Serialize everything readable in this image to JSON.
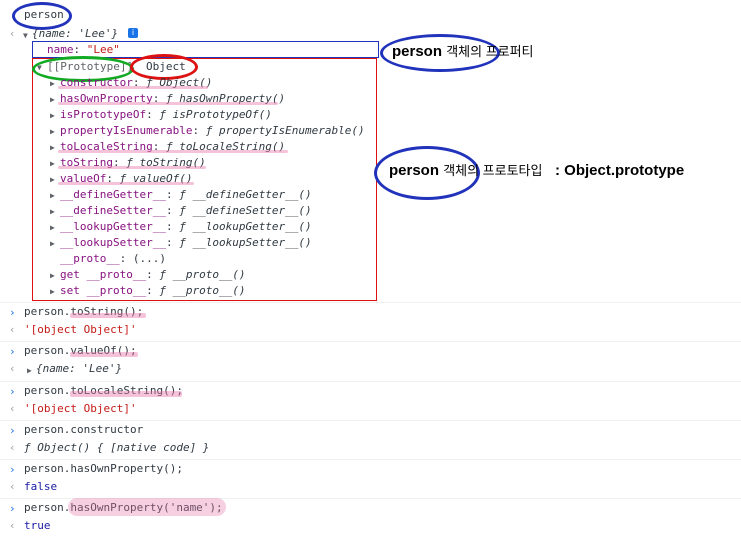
{
  "first_cmd": "person",
  "obj_summary": "{name: 'Lee'}",
  "info_icon": "i",
  "name_key": "name",
  "name_val": "\"Lee\"",
  "prototype_label": "[[Prototype]]",
  "prototype_value": "Object",
  "proto_members": [
    {
      "key": "constructor",
      "val": "ƒ Object()",
      "expandable": true
    },
    {
      "key": "hasOwnProperty",
      "val": "ƒ hasOwnProperty()",
      "expandable": true
    },
    {
      "key": "isPrototypeOf",
      "val": "ƒ isPrototypeOf()",
      "expandable": true
    },
    {
      "key": "propertyIsEnumerable",
      "val": "ƒ propertyIsEnumerable()",
      "expandable": true
    },
    {
      "key": "toLocaleString",
      "val": "ƒ toLocaleString()",
      "expandable": true
    },
    {
      "key": "toString",
      "val": "ƒ toString()",
      "expandable": true
    },
    {
      "key": "valueOf",
      "val": "ƒ valueOf()",
      "expandable": true
    },
    {
      "key": "__defineGetter__",
      "val": "ƒ __defineGetter__()",
      "expandable": true
    },
    {
      "key": "__defineSetter__",
      "val": "ƒ __defineSetter__()",
      "expandable": true
    },
    {
      "key": "__lookupGetter__",
      "val": "ƒ __lookupGetter__()",
      "expandable": true
    },
    {
      "key": "__lookupSetter__",
      "val": "ƒ __lookupSetter__()",
      "expandable": true
    },
    {
      "key": "__proto__",
      "val": "(...)",
      "expandable": false
    },
    {
      "key": "get __proto__",
      "val": "ƒ __proto__()",
      "expandable": true
    },
    {
      "key": "set __proto__",
      "val": "ƒ __proto__()",
      "expandable": true
    }
  ],
  "annotations": {
    "prop_bold": "person",
    "prop_kr": "객체의 프로퍼티",
    "proto_bold": "person",
    "proto_kr": "객체의 프로토타입",
    "proto_colon": ":",
    "proto_value": "Object.prototype"
  },
  "console": {
    "c1": "person.toString();",
    "r1": "'[object Object]'",
    "c2": "person.valueOf();",
    "r2": "{name: 'Lee'}",
    "c3": "person.toLocaleString();",
    "r3": "'[object Object]'",
    "c4": "person.constructor",
    "r4": "ƒ Object() { [native code] }",
    "c5": "person.hasOwnProperty();",
    "r5": "false",
    "c6": "person.hasOwnProperty('name');",
    "r6": "true"
  },
  "colors": {
    "highlight_blue": "#2233bb",
    "highlight_red": "#dd1111",
    "highlight_green": "#11aa22",
    "underline_pink": "#e678aa"
  }
}
